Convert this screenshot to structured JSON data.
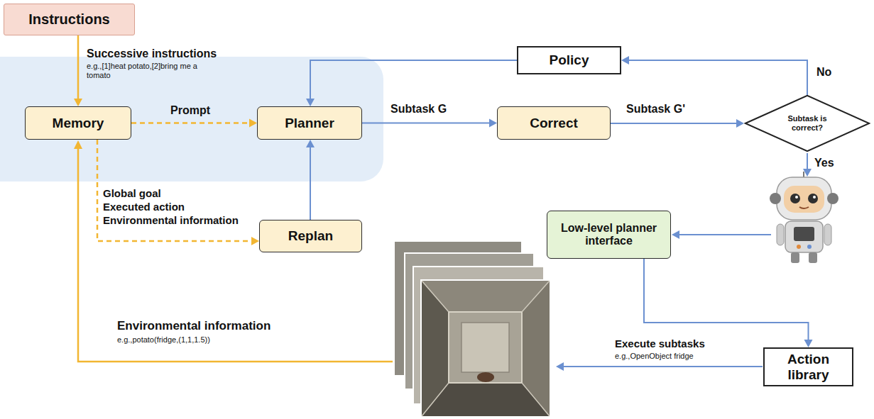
{
  "diagram": {
    "nodes": [
      {
        "text": [
          "Instructions"
        ]
      },
      {
        "text": [
          "Policy"
        ]
      },
      {
        "text": [
          "Memory"
        ]
      },
      {
        "text": [
          "Planner"
        ]
      },
      {
        "text": [
          "Correct"
        ]
      },
      {
        "text": [
          "Subtask is correct?"
        ]
      },
      {
        "text": [
          "Replan"
        ]
      },
      {
        "text": [
          "Low-level planner interface"
        ]
      },
      {
        "text": [
          "Action library"
        ]
      }
    ],
    "edges": [
      {
        "from": 0,
        "to": 2,
        "arrow": "to"
      },
      {
        "from": 2,
        "to": 3,
        "label": "Prompt",
        "arrow": "to"
      },
      {
        "from": 2,
        "to": 6,
        "arrow": "to"
      },
      {
        "from": 6,
        "to": 3,
        "arrow": "to"
      },
      {
        "from": 3,
        "to": 4,
        "label": "Subtask G",
        "arrow": "to"
      },
      {
        "from": 4,
        "to": 5,
        "label": "Subtask G'",
        "arrow": "to"
      },
      {
        "from": 5,
        "to": 1,
        "label": "No",
        "arrow": "to"
      },
      {
        "from": 1,
        "to": 3,
        "arrow": "to"
      },
      {
        "from": 7,
        "to": 8,
        "arrow": "to"
      }
    ],
    "labels": [
      "Successive instructions",
      "e.g.,[1]heat potato,[2]bring me a tomato",
      "Global goal",
      "Executed action",
      "Environmental information",
      "Yes",
      "Environmental information",
      "e.g.,potato(fridge,(1,1,1.5))",
      "Execute subtasks",
      "e.g.,OpenObject fridge"
    ]
  }
}
